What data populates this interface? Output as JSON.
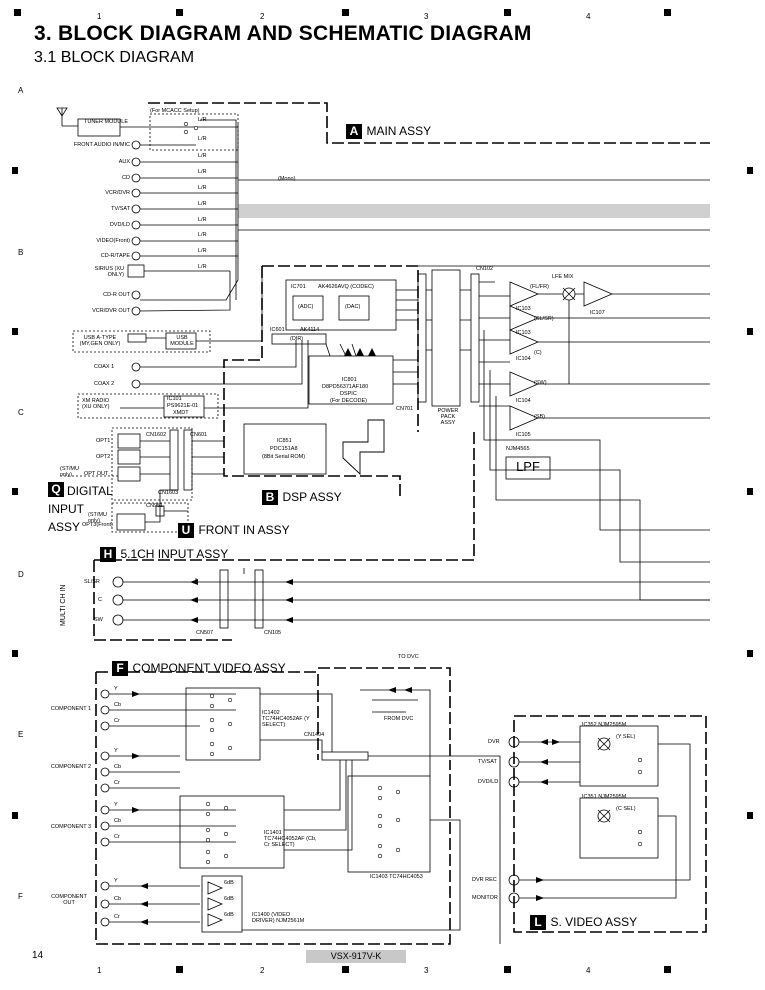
{
  "header": {
    "title": "3. BLOCK DIAGRAM AND SCHEMATIC DIAGRAM",
    "subtitle": "3.1  BLOCK DIAGRAM"
  },
  "grid": {
    "columns": [
      "1",
      "2",
      "3",
      "4"
    ],
    "rows": [
      "A",
      "B",
      "C",
      "D",
      "E",
      "F"
    ]
  },
  "assemblies": {
    "main": {
      "letter": "A",
      "name": "MAIN ASSY"
    },
    "dsp": {
      "letter": "B",
      "name": "DSP ASSY"
    },
    "digital_input": {
      "letter": "Q",
      "name": "DIGITAL INPUT ASSY"
    },
    "front_in": {
      "letter": "U",
      "name": "FRONT IN ASSY"
    },
    "input_51ch": {
      "letter": "H",
      "name": "5.1CH INPUT ASSY"
    },
    "component_video": {
      "letter": "F",
      "name": "COMPONENT VIDEO ASSY"
    },
    "s_video": {
      "letter": "L",
      "name": "S. VIDEO ASSY"
    }
  },
  "main_inputs": [
    "FRONT AUDIO IN/MIC",
    "AUX",
    "CD",
    "VCR/DVR",
    "TV/SAT",
    "DVD/LD",
    "VIDEO(Front)",
    "CD-R/TAPE",
    "SIRIUS (XU ONLY)",
    "CD-R OUT",
    "VCR/DVR OUT"
  ],
  "lr_label": "L/R",
  "tuner": "TUNER MODULE",
  "mcacc": "(For MCACC Setup)",
  "mono": "(Mono)",
  "usb": {
    "label": "USB A-TYPE (MY,GEN ONLY)",
    "module": "USB MODULE"
  },
  "coax": [
    "COAX 1",
    "COAX 2"
  ],
  "xm": {
    "label": "XM RADIO (XU ONLY)",
    "ic": "IC101",
    "part": "PS9621E-01",
    "note": "XMDT"
  },
  "opt": [
    "OPT1",
    "OPT2",
    "OPT OUT"
  ],
  "opt_note": "(ST/MU only)",
  "opt3": "OPT3(Front)",
  "cn_labels": [
    "CN1602",
    "CN601",
    "CN1603",
    "CN951",
    "CN102",
    "CN701",
    "CN507",
    "CN105",
    "CN1404"
  ],
  "dsp_blocks": {
    "ic701": "IC701",
    "ak4626": "AK4626AVQ (CODEC)",
    "adc": "(ADC)",
    "dac": "(DAC)",
    "ic601": "IC601",
    "ak4114": "AK4114",
    "dir": "(DIR)",
    "ic801": "IC801",
    "dsp_part": "D8PD56371AF180",
    "dsp_label": "DSPIC",
    "decode": "(For DECODE)",
    "ic851": "IC851",
    "rom_part": "PDC151A8",
    "rom_label": "(8Bit Serial ROM)"
  },
  "power_pack": "POWER PACK ASSY",
  "lfe_mix": "LFE MIX",
  "amps": [
    {
      "sig": "(FL/FR)",
      "ic": "IC103"
    },
    {
      "sig": "(SL/SR)",
      "ic": "IC103"
    },
    {
      "sig": "(C)",
      "ic": "IC104"
    },
    {
      "sig": "(SW)",
      "ic": "IC104"
    },
    {
      "sig": "(SB)",
      "ic": "IC105"
    }
  ],
  "ic107": "IC107",
  "njm": "NJM4565",
  "lpf": "LPF",
  "multi_ch": {
    "side": "MULTI CH IN",
    "inputs": [
      "SL/SR",
      "C",
      "SW"
    ]
  },
  "component": {
    "inputs": [
      "COMPONENT 1",
      "COMPONENT 2",
      "COMPONENT 3"
    ],
    "out": "COMPONENT OUT",
    "ports": [
      "Y",
      "Cb",
      "Cr"
    ],
    "ic1402": "IC1402 TC74HC4052AF (Y SELECT)",
    "ic1401": "IC1401 TC74HC4052AF (Cb, Cr SELECT)",
    "ic1403": "IC1403 TC74HC4053",
    "ic1400": "IC1400 (VIDEO DRIVER) NJM2561M",
    "gain": "6dB",
    "to_dvc": "TO DVC",
    "from_dvc": "FROM DVC"
  },
  "svideo": {
    "inputs": [
      "DVR",
      "TV/SAT",
      "DVD/LD"
    ],
    "outputs": [
      "DVR REC",
      "MONITOR"
    ],
    "ic352": "IC352 NJM2595M",
    "ic351": "IC351 NJM2595M",
    "ysel": "(Y SEL)",
    "csel": "(C SEL)"
  },
  "footer": {
    "page": "14",
    "model": "VSX-917V-K"
  }
}
